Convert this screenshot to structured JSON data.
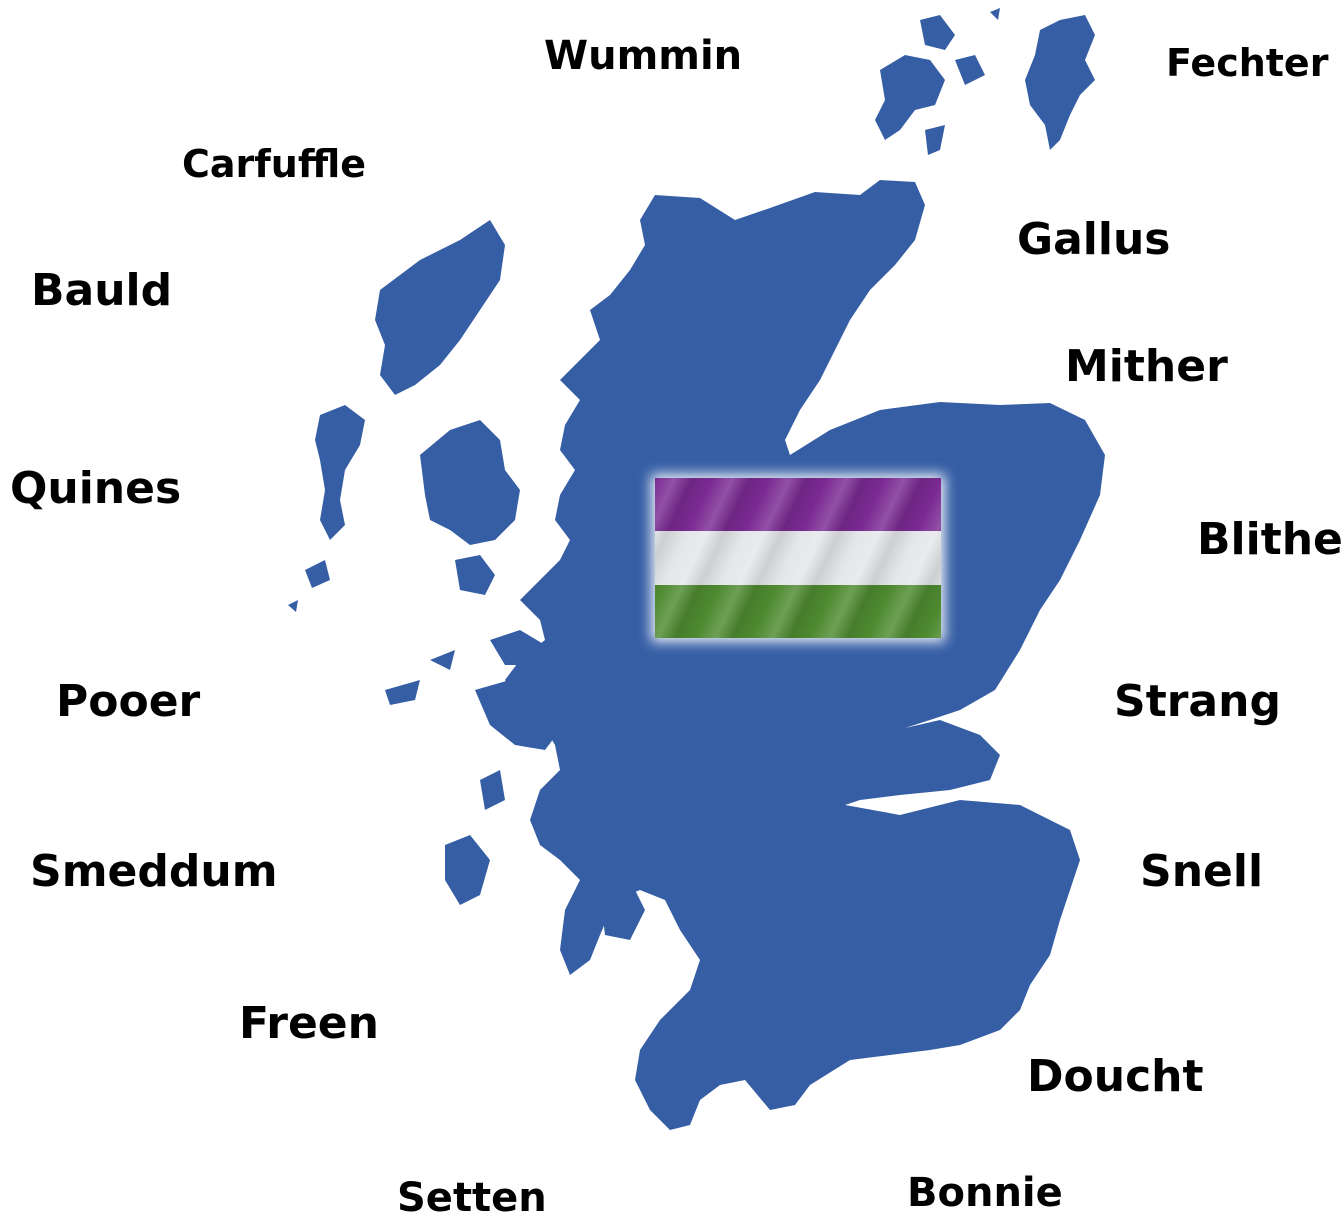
{
  "map": {
    "land_color": "#355ea5",
    "flag": {
      "stripes": [
        "#7a2a92",
        "#e4e6ea",
        "#4e8a30"
      ]
    }
  },
  "labels": [
    {
      "key": "wummin",
      "text": "Wummin"
    },
    {
      "key": "fechter",
      "text": "Fechter"
    },
    {
      "key": "carfuffle",
      "text": "Carfuffle"
    },
    {
      "key": "gallus",
      "text": "Gallus"
    },
    {
      "key": "bauld",
      "text": "Bauld"
    },
    {
      "key": "mither",
      "text": "Mither"
    },
    {
      "key": "quines",
      "text": "Quines"
    },
    {
      "key": "blithe",
      "text": "Blithe"
    },
    {
      "key": "pooer",
      "text": "Pooer"
    },
    {
      "key": "strang",
      "text": "Strang"
    },
    {
      "key": "smeddum",
      "text": "Smeddum"
    },
    {
      "key": "snell",
      "text": "Snell"
    },
    {
      "key": "freen",
      "text": "Freen"
    },
    {
      "key": "doucht",
      "text": "Doucht"
    },
    {
      "key": "setten",
      "text": "Setten"
    },
    {
      "key": "bonnie",
      "text": "Bonnie"
    }
  ]
}
